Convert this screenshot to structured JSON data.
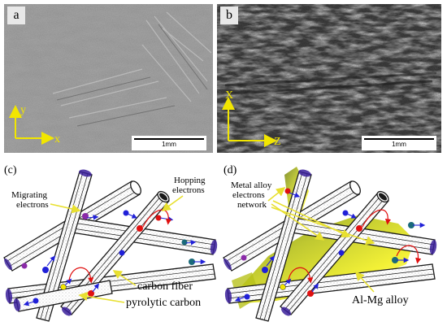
{
  "panels": {
    "a": {
      "label": "a",
      "scale_text": "1mm",
      "axis_y": "y",
      "axis_x": "x"
    },
    "b": {
      "label": "b",
      "scale_text": "1mm",
      "axis_x": "X",
      "axis_z": "Z"
    },
    "c": {
      "label": "(c)",
      "migrating": [
        "Migrating",
        "electrons"
      ],
      "hopping": [
        "Hopping",
        "electrons"
      ],
      "carbon_fiber": "carbon fiber",
      "pyrolytic": "pyrolytic carbon"
    },
    "d": {
      "label": "(d)",
      "network": [
        "Metal alloy",
        "electrons",
        "network"
      ],
      "alloy": "Al-Mg alloy"
    }
  },
  "colors": {
    "axis": "#f2e600",
    "arrow": "#e8e030",
    "fiber_stroke": "#1a1a1a",
    "fiber_cap": "#3a1f9a",
    "electron_blue": "#2020d8",
    "electron_red": "#e01010",
    "electron_purple": "#8a2aa8",
    "electron_teal": "#1a6a7a",
    "hop_path": "#e01010",
    "alloy_green": "#b8c21a",
    "alloy_yellow": "#f2f020"
  }
}
